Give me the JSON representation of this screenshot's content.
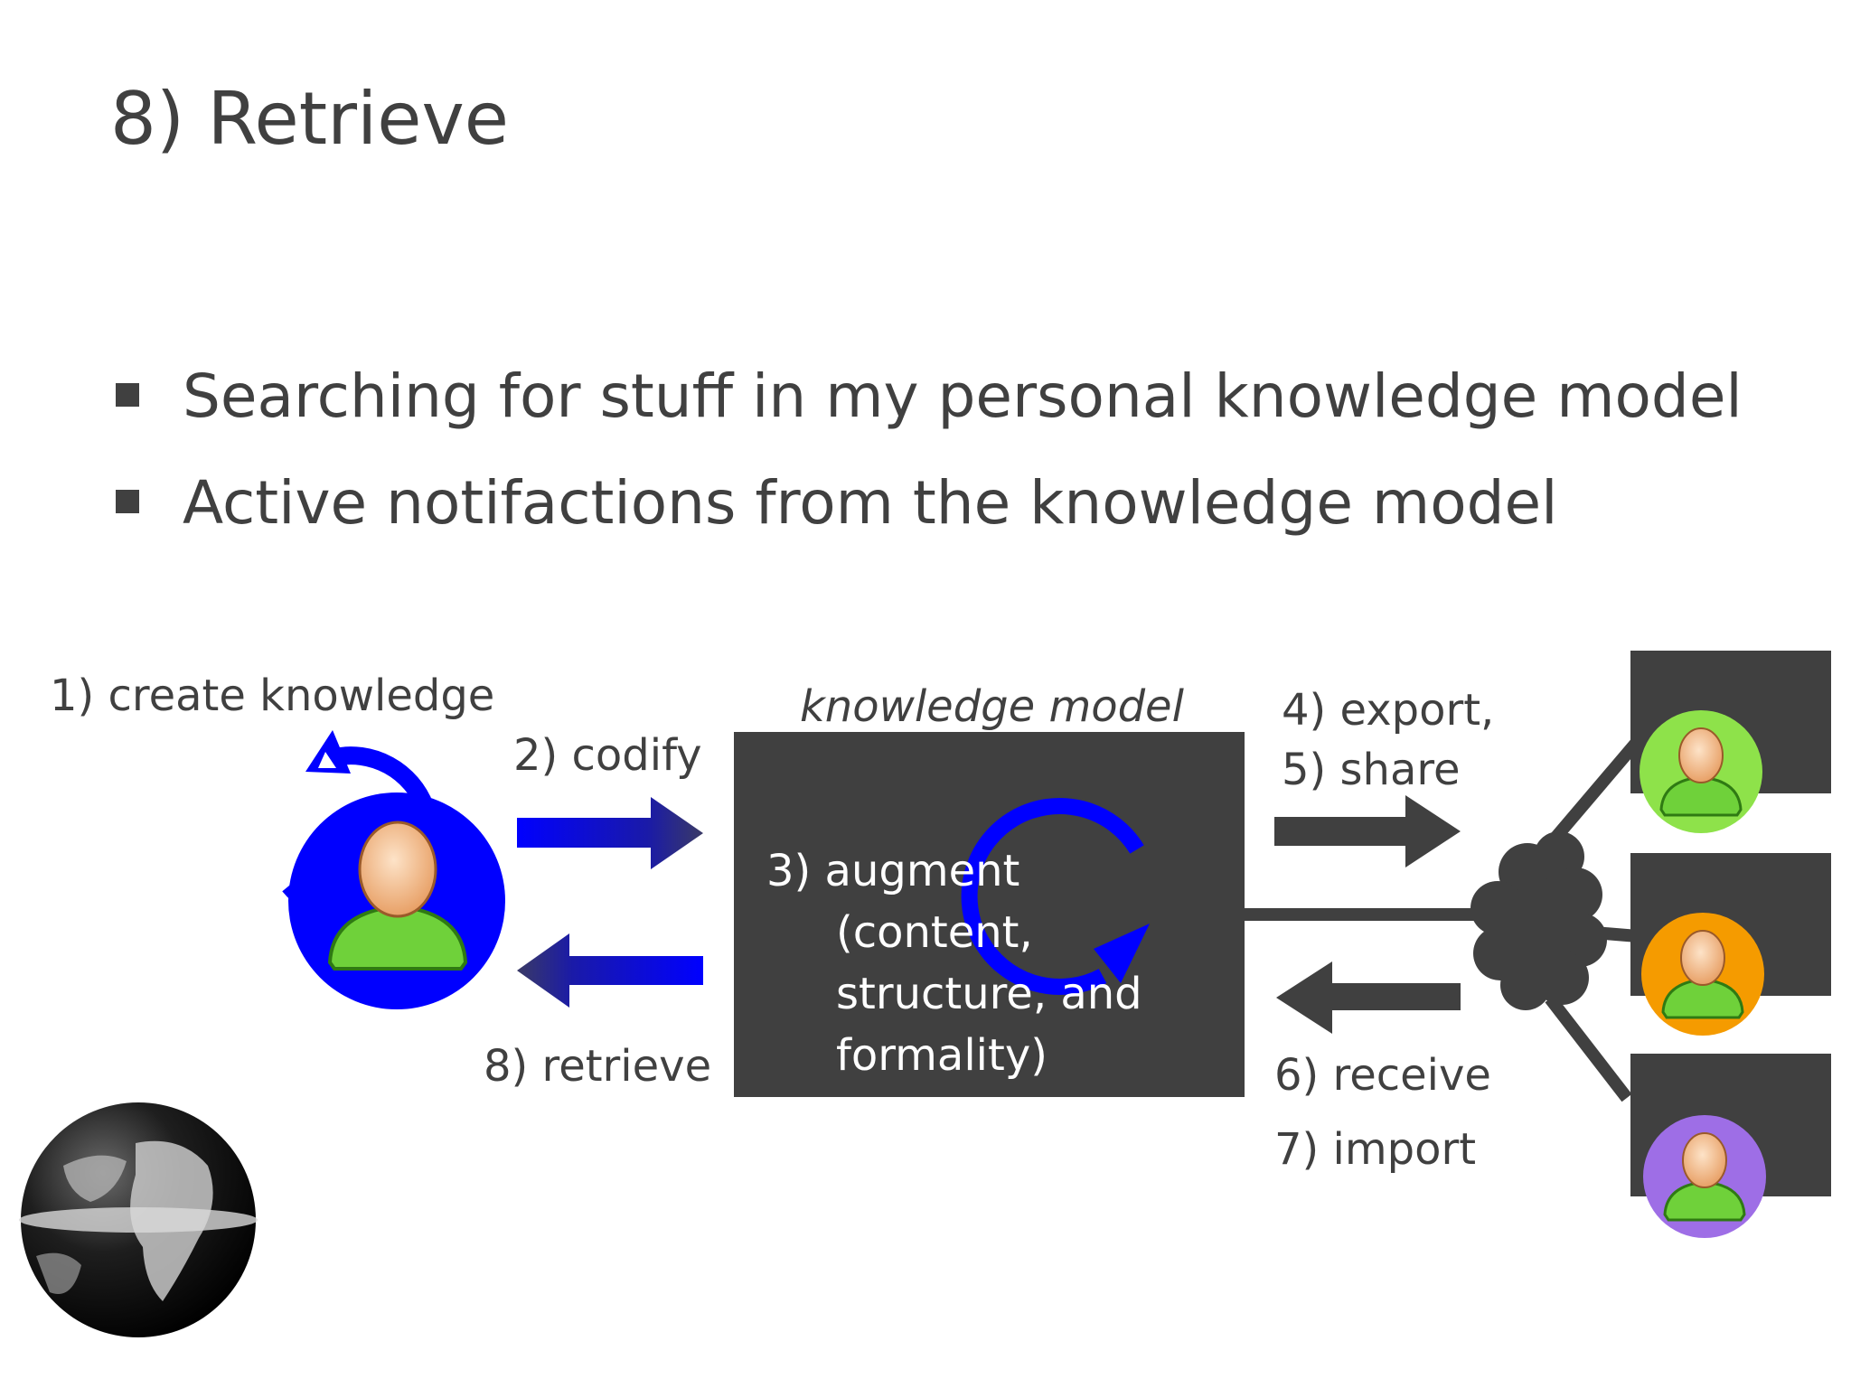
{
  "slide": {
    "title": "8) Retrieve",
    "bullets": [
      "Searching for stuff in my personal knowledge model",
      "Active notifactions from the knowledge model"
    ]
  },
  "diagram": {
    "create_label": "1) create knowledge",
    "codify_label": "2) codify",
    "retrieve_label": "8) retrieve",
    "model_label": "knowledge model",
    "augment_lines": [
      "3) augment",
      "(content,",
      "structure, and",
      "formality)"
    ],
    "export_label": "4) export,",
    "share_label": "5) share",
    "receive_label": "6) receive",
    "import_label": "7) import",
    "person_circle_colors": [
      "#0000ff",
      "#8ee24a",
      "#f59b00",
      "#9e6ee6"
    ],
    "colors": {
      "arrow_blue": "#0000ff",
      "dark": "#404040",
      "text": "#404040"
    }
  }
}
